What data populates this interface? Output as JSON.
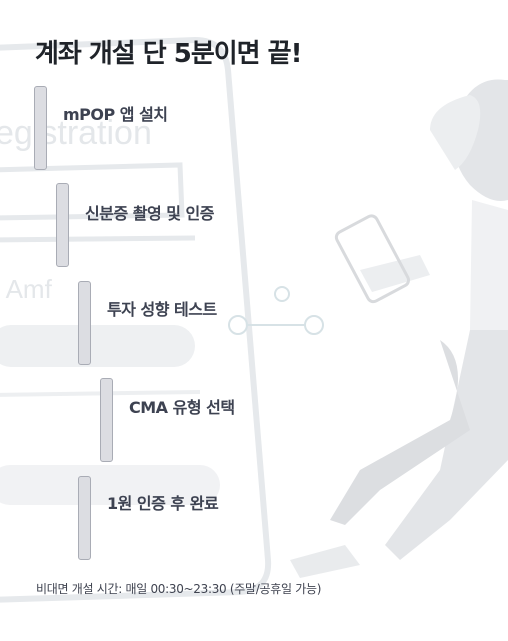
{
  "title": "계좌 개설 단 5분이면 끝!",
  "steps": [
    {
      "label": "mPOP 앱 설치"
    },
    {
      "label": "신분증 촬영 및 인증"
    },
    {
      "label": "투자 성향 테스트"
    },
    {
      "label": "CMA 유형 선택"
    },
    {
      "label": "1원 인증 후 완료"
    }
  ],
  "background_text": {
    "registration": "egistration",
    "amf": "l Amf"
  },
  "notice": "비대면 개설 시간: 매일 00:30~23:30 (주말/공휴일 가능)",
  "colors": {
    "title": "#1f2329",
    "step_bar": "#dcdde2",
    "step_bar_border": "#a9acb5",
    "illustration": "#e3e5e8"
  }
}
